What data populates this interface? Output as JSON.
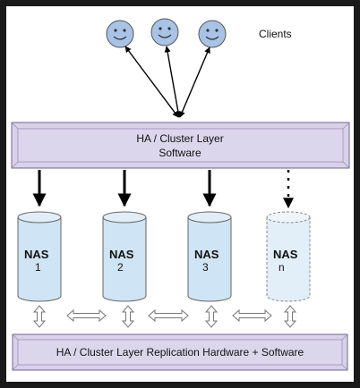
{
  "clients_label": "Clients",
  "top_layer": {
    "line1": "HA / Cluster Layer",
    "line2": "Software"
  },
  "nas_nodes": [
    {
      "title": "NAS",
      "id": "1",
      "style": "solid"
    },
    {
      "title": "NAS",
      "id": "2",
      "style": "solid"
    },
    {
      "title": "NAS",
      "id": "3",
      "style": "solid"
    },
    {
      "title": "NAS",
      "id": "n",
      "style": "dashed"
    }
  ],
  "bottom_layer": {
    "label": "HA / Cluster Layer Replication Hardware + Software"
  },
  "colors": {
    "face": "#a9c3e6",
    "face_stroke": "#555555",
    "layer_fill": "#d8d1ea",
    "layer_edge": "#9a90b8",
    "cylinder": "#cfe4f4",
    "cylinder_stroke": "#666666",
    "frame_bg": "#ffffff",
    "outer_border": "#1a1a1a"
  },
  "icons": {
    "client": "smiley-face-icon",
    "arrow": "arrow-icon",
    "double_arrow": "double-arrow-icon"
  }
}
